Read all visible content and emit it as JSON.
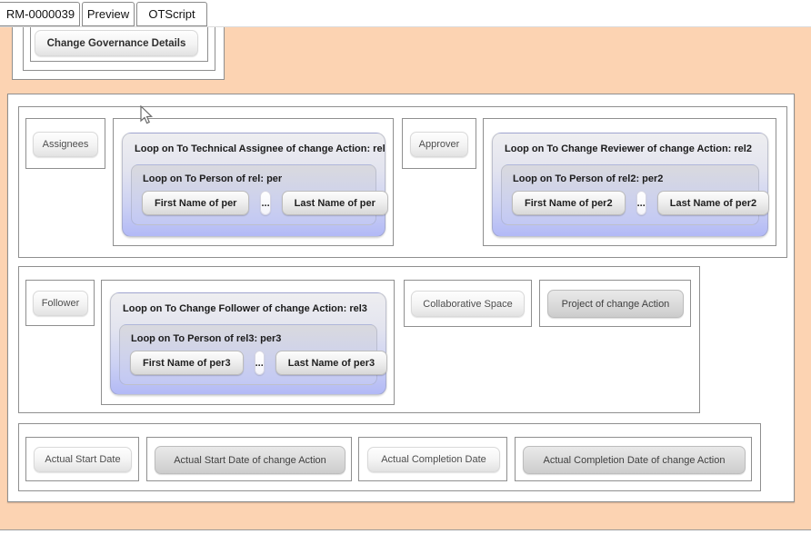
{
  "tabs": {
    "items": [
      {
        "label": "RM-0000039"
      },
      {
        "label": "Preview"
      },
      {
        "label": "OTScript"
      }
    ]
  },
  "governance_panel": {
    "button_label": "Change Governance Details"
  },
  "row1": {
    "assignees_label": "Assignees",
    "approver_label": "Approver",
    "rel_loop": {
      "title": "Loop on To Technical Assignee of change Action: rel",
      "person_title": "Loop on To Person of rel: per",
      "first_name": "First Name of per",
      "dots": "...",
      "last_name": "Last Name of per"
    },
    "rel2_loop": {
      "title": "Loop on To Change Reviewer of change Action: rel2",
      "person_title": "Loop on To Person of rel2: per2",
      "first_name": "First Name of per2",
      "dots": "...",
      "last_name": "Last Name of per2"
    }
  },
  "row2": {
    "follower_label": "Follower",
    "collaborative_space_label": "Collaborative Space",
    "project_label": "Project of change Action",
    "rel3_loop": {
      "title": "Loop on To Change Follower of change Action: rel3",
      "person_title": "Loop on To Person of rel3: per3",
      "first_name": "First Name of per3",
      "dots": "...",
      "last_name": "Last Name of per3"
    }
  },
  "row3": {
    "actual_start_label": "Actual Start Date",
    "actual_start_field_label": "Actual Start Date of change Action",
    "actual_completion_label": "Actual Completion Date",
    "actual_completion_field_label": "Actual Completion Date of change Action"
  },
  "colors": {
    "canvas_background": "#fcd3b2",
    "loop_gradient_top": "#eeeef0",
    "loop_gradient_bottom": "#b2b9f6",
    "box_border": "#8f8f8f"
  }
}
